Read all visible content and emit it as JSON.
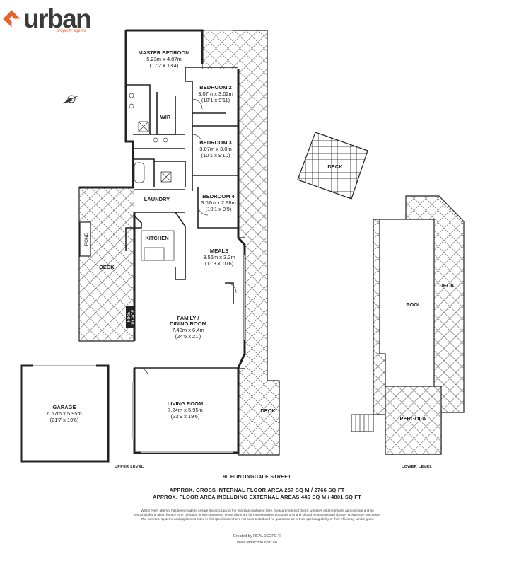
{
  "brand": {
    "name": "urban",
    "tagline": "property agents",
    "accent_color": "#e8632a",
    "logo_icon": "orange-diamond-logo-icon"
  },
  "compass_icon": "north-compass-icon",
  "rooms": {
    "master": {
      "name": "MASTER BEDROOM",
      "metric": "5.23m x 4.07m",
      "imperial": "(17'2 x 13'4)"
    },
    "bed2": {
      "name": "BEDROOM 2",
      "metric": "3.07m x 3.02m",
      "imperial": "(10'1 x 9'11)"
    },
    "bed3": {
      "name": "BEDROOM 3",
      "metric": "3.07m x 3.0m",
      "imperial": "(10'1 x 9'10)"
    },
    "bed4": {
      "name": "BEDROOM 4",
      "metric": "3.07m x 2.98m",
      "imperial": "(10'1 x 9'9)"
    },
    "wir": {
      "name": "WIR"
    },
    "laundry": {
      "name": "LAUNDRY"
    },
    "kitchen": {
      "name": "KITCHEN"
    },
    "meals": {
      "name": "MEALS",
      "metric": "3.56m x 3.2m",
      "imperial": "(11'8 x 10'6)"
    },
    "family": {
      "name": "FAMILY /",
      "name2": "DINING ROOM",
      "metric": "7.43m x 6.4m",
      "imperial": "(24'5 x 21')"
    },
    "living": {
      "name": "LIVING ROOM",
      "metric": "7.24m x 5.95m",
      "imperial": "(23'9 x 19'6)"
    },
    "garage": {
      "name": "GARAGE",
      "metric": "6.57m x 5.95m",
      "imperial": "(21'7 x 19'6)"
    },
    "pool": {
      "name": "POOL"
    },
    "pergola": {
      "name": "PERGOLA"
    },
    "pond": {
      "name": "POND"
    },
    "fireplace": {
      "line1": "FIRE",
      "line2": "PLACE"
    },
    "deck_west": {
      "name": "DECK"
    },
    "deck_east": {
      "name": "DECK"
    },
    "deck_float": {
      "name": "DECK"
    },
    "deck_pool": {
      "name": "DECK"
    }
  },
  "levels": {
    "upper": "UPPER LEVEL",
    "lower": "LOWER LEVEL"
  },
  "footer": {
    "address": "90 HUNTINGDALE STREET",
    "gross_area": "APPROX. GROSS INTERNAL FLOOR AREA 257 SQ M / 2766 SQ FT",
    "total_area": "APPROX. FLOOR AREA INCLUDING EXTERNAL AREAS 446 SQ M / 4801 SQ FT",
    "disclaimer": "Whilst every attempt has been made to ensure the accuracy of the floorplan contained here, measurements of doors, windows and rooms are approximate and no responsibility is taken for any error omission or mis-statement. These plans are for representation purposes only and should be used as such by any prospective purchaser. The services, systems and appliances listed in this specification have not been tested and no guarantee as to their operating ability or their efficiency can be given",
    "credit": "Created by REALSCOPE ©",
    "website": "www.realscope.com.au"
  }
}
